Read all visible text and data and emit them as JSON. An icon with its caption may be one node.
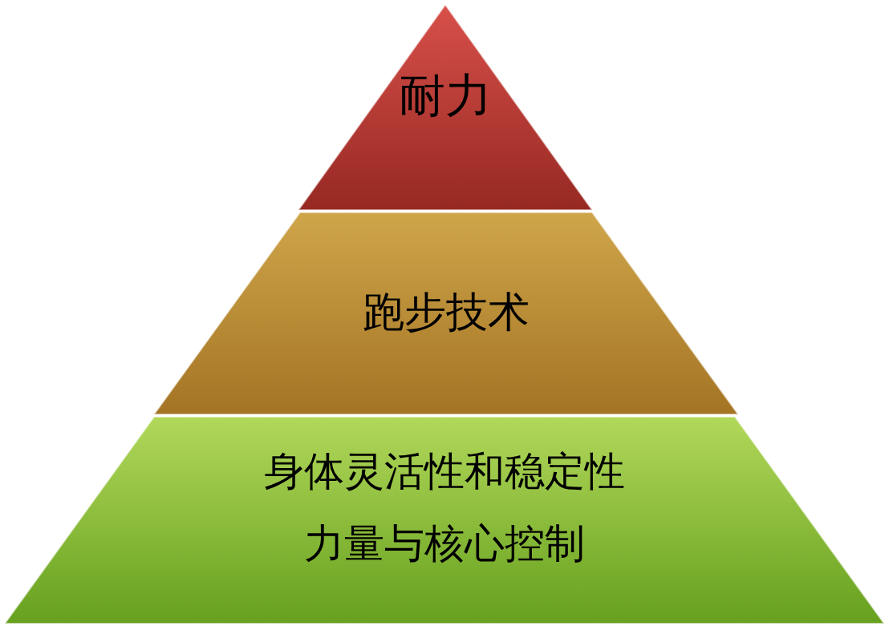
{
  "diagram": {
    "nodes": [
      {
        "text": [
          "耐力"
        ]
      },
      {
        "text": [
          "跑步技术"
        ]
      },
      {
        "text": [
          "身体灵活性和稳定性",
          "力量与核心控制"
        ]
      }
    ]
  }
}
